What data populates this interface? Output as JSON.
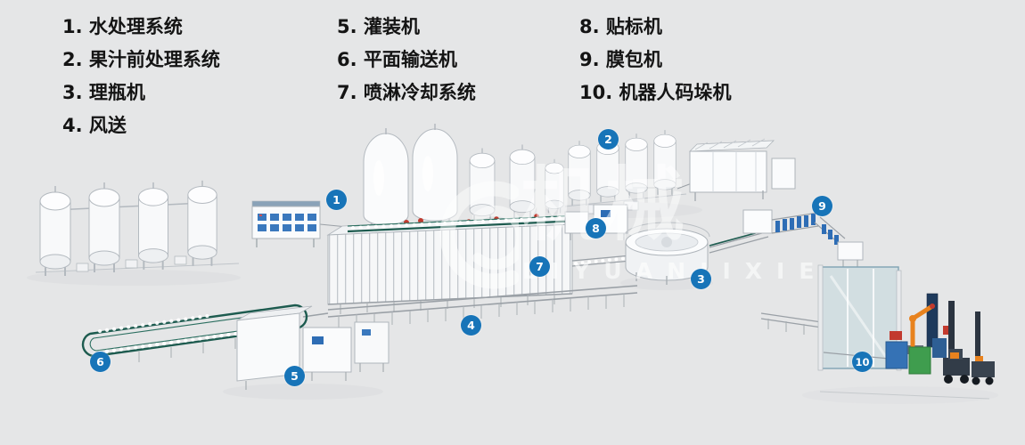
{
  "legend": {
    "col1": [
      {
        "text": "1. 水处理系统"
      },
      {
        "text": "2. 果汁前处理系统"
      },
      {
        "text": "3. 理瓶机"
      },
      {
        "text": "4. 风送"
      }
    ],
    "col2": [
      {
        "text": "5. 灌装机"
      },
      {
        "text": "6. 平面输送机"
      },
      {
        "text": "7. 喷淋冷却系统"
      }
    ],
    "col3": [
      {
        "text": "8. 贴标机"
      },
      {
        "text": "9. 膜包机"
      },
      {
        "text": "10. 机器人码垛机"
      }
    ]
  },
  "badges": [
    {
      "n": "1"
    },
    {
      "n": "2"
    },
    {
      "n": "3"
    },
    {
      "n": "4"
    },
    {
      "n": "5"
    },
    {
      "n": "6"
    },
    {
      "n": "7"
    },
    {
      "n": "8"
    },
    {
      "n": "9"
    },
    {
      "n": "10"
    }
  ],
  "watermark": {
    "cn": "机械",
    "en": "LIYUANJIXIE"
  },
  "colors": {
    "background": "#e5e6e7",
    "badge_blue": "#1774b8",
    "conveyor_green": "#1d5b4f",
    "accent_blue": "#2e6db5",
    "machine_outline": "#b3b9bf"
  }
}
